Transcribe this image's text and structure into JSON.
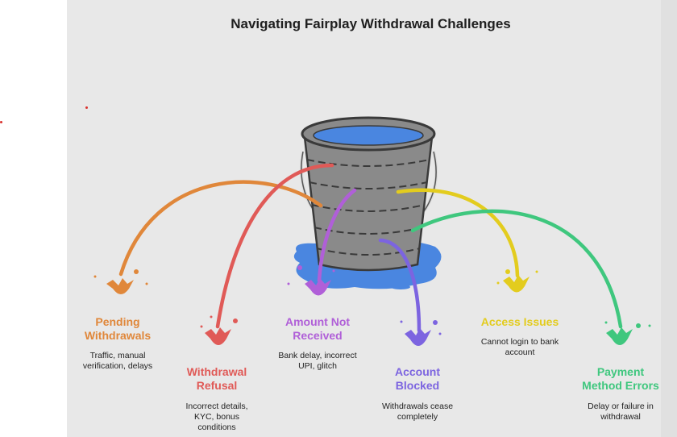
{
  "title": "Navigating Fairplay Withdrawal Challenges",
  "colors": {
    "orange": "#e0873a",
    "red": "#e05a57",
    "purple": "#b05fd8",
    "violet": "#7c64e0",
    "yellow": "#e3cc1e",
    "green": "#3fc77e",
    "water": "#4a86e0",
    "bucket": "#8a8a8a"
  },
  "items": [
    {
      "label": "Pending Withdrawals",
      "desc": "Traffic, manual verification, delays"
    },
    {
      "label": "Withdrawal Refusal",
      "desc": "Incorrect details, KYC, bonus conditions"
    },
    {
      "label": "Amount Not Received",
      "desc": "Bank delay, incorrect UPI, glitch"
    },
    {
      "label": "Account Blocked",
      "desc": "Withdrawals cease completely"
    },
    {
      "label": "Access Issues",
      "desc": "Cannot login to bank account"
    },
    {
      "label": "Payment Method Errors",
      "desc": "Delay or failure in withdrawal"
    }
  ]
}
